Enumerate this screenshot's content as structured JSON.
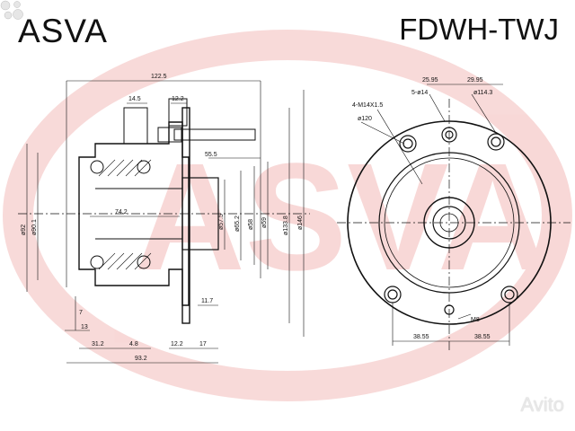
{
  "header": {
    "brand": "ASVA",
    "part_number": "FDWH-TWJ"
  },
  "watermark": {
    "text": "Avito"
  },
  "colors": {
    "watermark_red": "#d9302a",
    "line": "#111111"
  },
  "side_view_dims": {
    "total_length": "122.5",
    "d_14_5": "14.5",
    "d_12_2_top": "12.2",
    "d_55_5": "55.5",
    "d_74_2": "74.2",
    "d_11_7": "11.7",
    "d_7": "7",
    "d_13": "13",
    "d_31_2": "31.2",
    "d_4_8": "4.8",
    "d_12_2_bottom": "12.2",
    "d_17": "17",
    "d_93_2": "93.2",
    "dia_92": "ø92",
    "dia_90_1": "ø90.1",
    "dia_57_5": "ø57.5",
    "dia_65_2": "ø65.2",
    "dia_58": "ø58",
    "dia_59": "ø59",
    "dia_133_8": "ø133.8",
    "dia_146": "ø146"
  },
  "front_view_dims": {
    "d_25_95": "25.95",
    "d_29_95": "29.95",
    "studs": "5-ø14",
    "bolt_circle": "ø114.3",
    "threads": "4-M14X1.5",
    "dia_120": "ø120",
    "m8": "M8",
    "d_38_55_left": "38.55",
    "d_38_55_right": "38.55"
  }
}
